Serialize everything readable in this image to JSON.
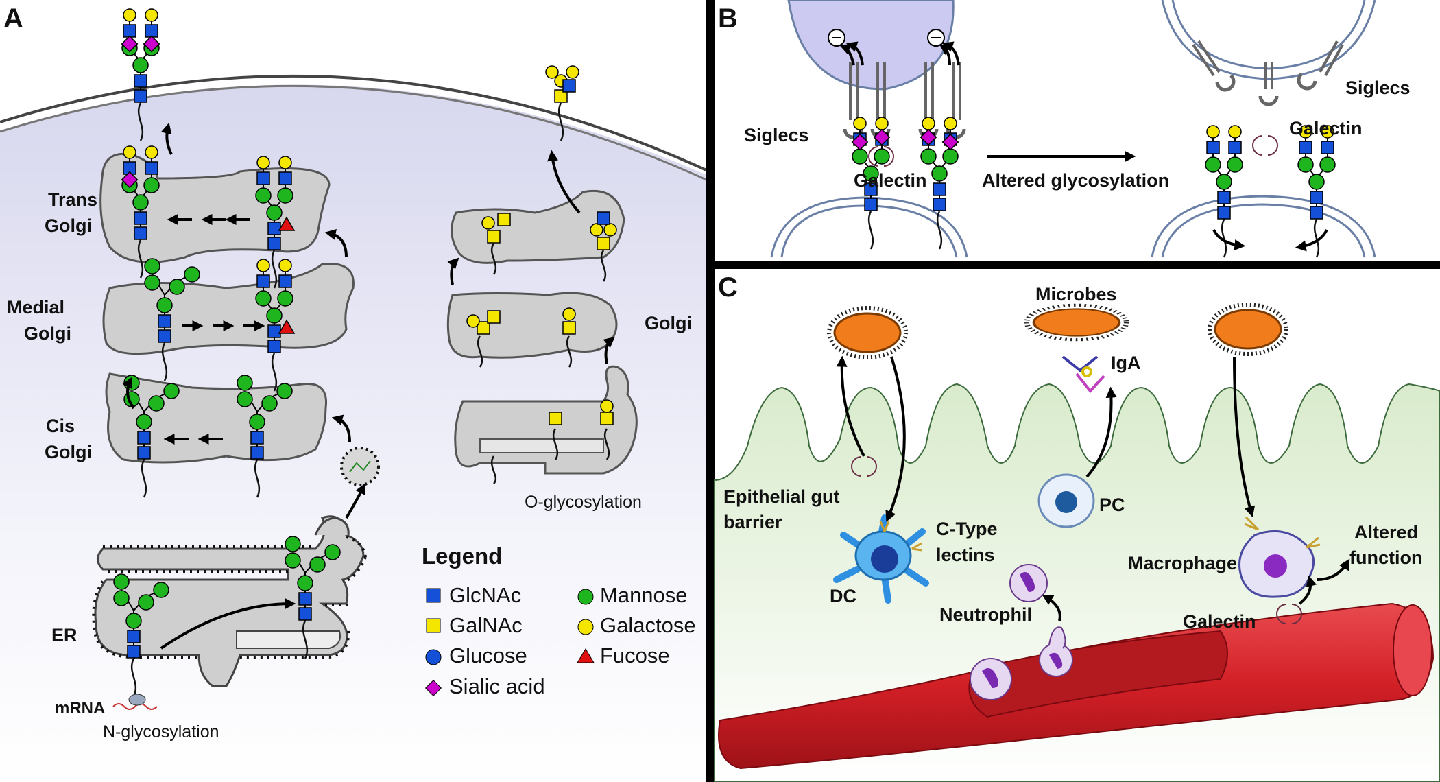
{
  "panels": {
    "a": "A",
    "b": "B",
    "c": "C"
  },
  "panel_a": {
    "trans_golgi": [
      "Trans",
      "Golgi"
    ],
    "medial_golgi": [
      "Medial",
      "Golgi"
    ],
    "cis_golgi": [
      "Cis",
      "Golgi"
    ],
    "golgi": "Golgi",
    "er": "ER",
    "mrna": "mRNA",
    "n_glycosylation": "N-glycosylation",
    "o_glycosylation": "O-glycosylation"
  },
  "legend": {
    "title": "Legend",
    "items": [
      {
        "label": "GlcNAc",
        "shape": "square",
        "color": "#1450d8"
      },
      {
        "label": "GalNAc",
        "shape": "square",
        "color": "#f5e600"
      },
      {
        "label": "Glucose",
        "shape": "circle",
        "color": "#1450d8"
      },
      {
        "label": "Sialic acid",
        "shape": "diamond",
        "color": "#cc00cc"
      },
      {
        "label": "Mannose",
        "shape": "circle",
        "color": "#1fb51f"
      },
      {
        "label": "Galactose",
        "shape": "circle",
        "color": "#f5e600"
      },
      {
        "label": "Fucose",
        "shape": "triangle",
        "color": "#e01010"
      }
    ]
  },
  "panel_b": {
    "siglecs_left": "Siglecs",
    "galectin_left": "Galectin",
    "altered": "Altered glycosylation",
    "siglecs_right": "Siglecs",
    "galectin_right": "Galectin"
  },
  "panel_c": {
    "microbes": "Microbes",
    "iga": "IgA",
    "epithelial": [
      "Epithelial gut",
      "barrier"
    ],
    "pc": "PC",
    "c_type": [
      "C-Type",
      "lectins"
    ],
    "dc": "DC",
    "neutrophil": "Neutrophil",
    "macrophage": "Macrophage",
    "altered_function": [
      "Altered",
      "function"
    ],
    "galectin": "Galectin"
  },
  "colors": {
    "glcnac": "#1450d8",
    "mannose": "#1fb51f",
    "galactose": "#f5e600",
    "sialic": "#cc00cc",
    "fucose": "#e01010",
    "cell_bg": "#e4e4f2",
    "gut_bg": "#e8f2df",
    "vessel": "#d8232a"
  }
}
